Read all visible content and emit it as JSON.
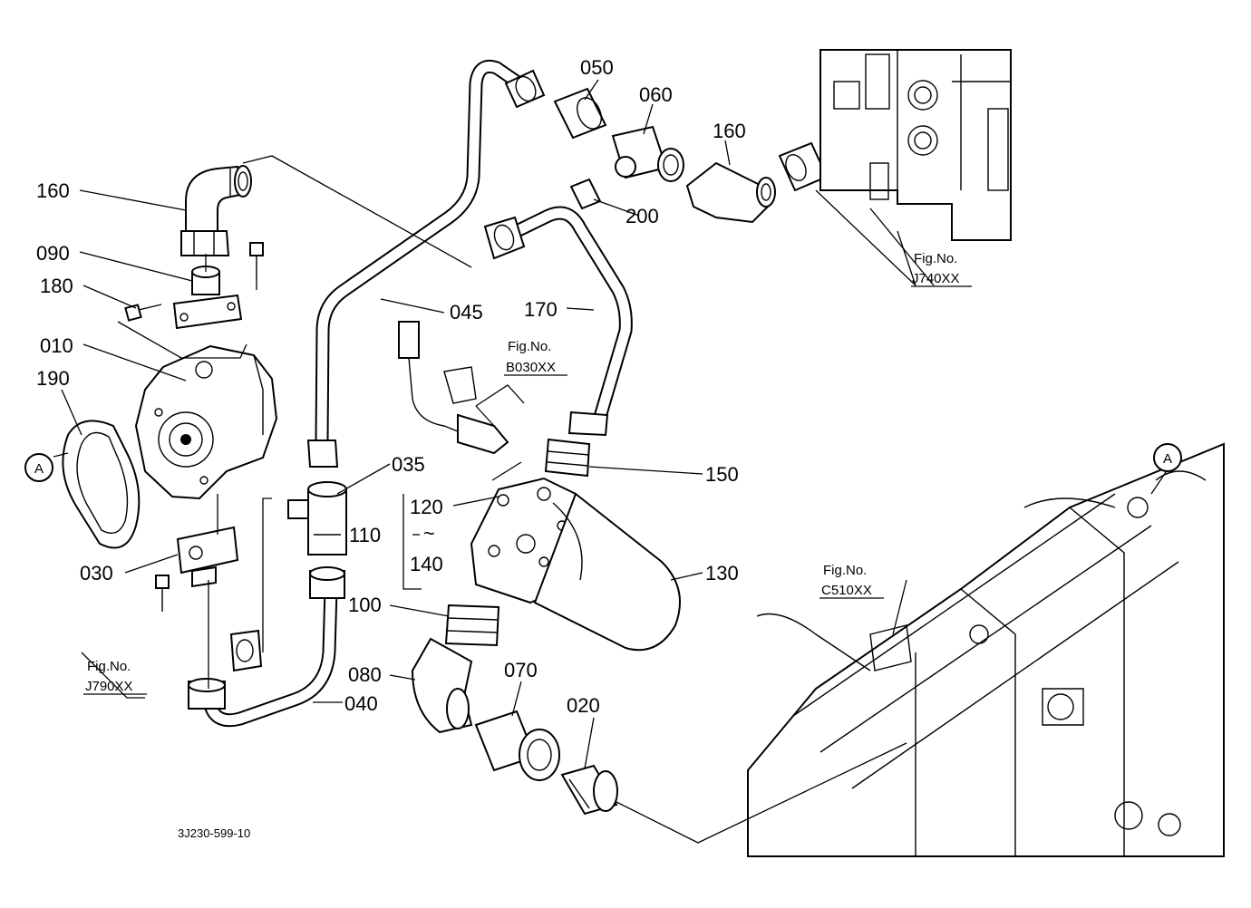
{
  "drawing_code": "3J230-599-10",
  "callouts": {
    "c160a": "160",
    "c090": "090",
    "c180": "180",
    "c010": "010",
    "c190": "190",
    "c030": "030",
    "c045": "045",
    "c050": "050",
    "c060": "060",
    "c160b": "160",
    "c200": "200",
    "c170": "170",
    "c035": "035",
    "c150": "150",
    "c120": "120",
    "c110": "110",
    "c_tilde": "~",
    "c140": "140",
    "c130": "130",
    "c100": "100",
    "c080": "080",
    "c070": "070",
    "c020": "020",
    "c040": "040"
  },
  "fig_refs": {
    "fig_label": "Fig.No.",
    "j740": "J740XX",
    "b030": "B030XX",
    "c510": "C510XX",
    "j790": "J790XX"
  },
  "markers": {
    "left": "A",
    "right": "A"
  }
}
